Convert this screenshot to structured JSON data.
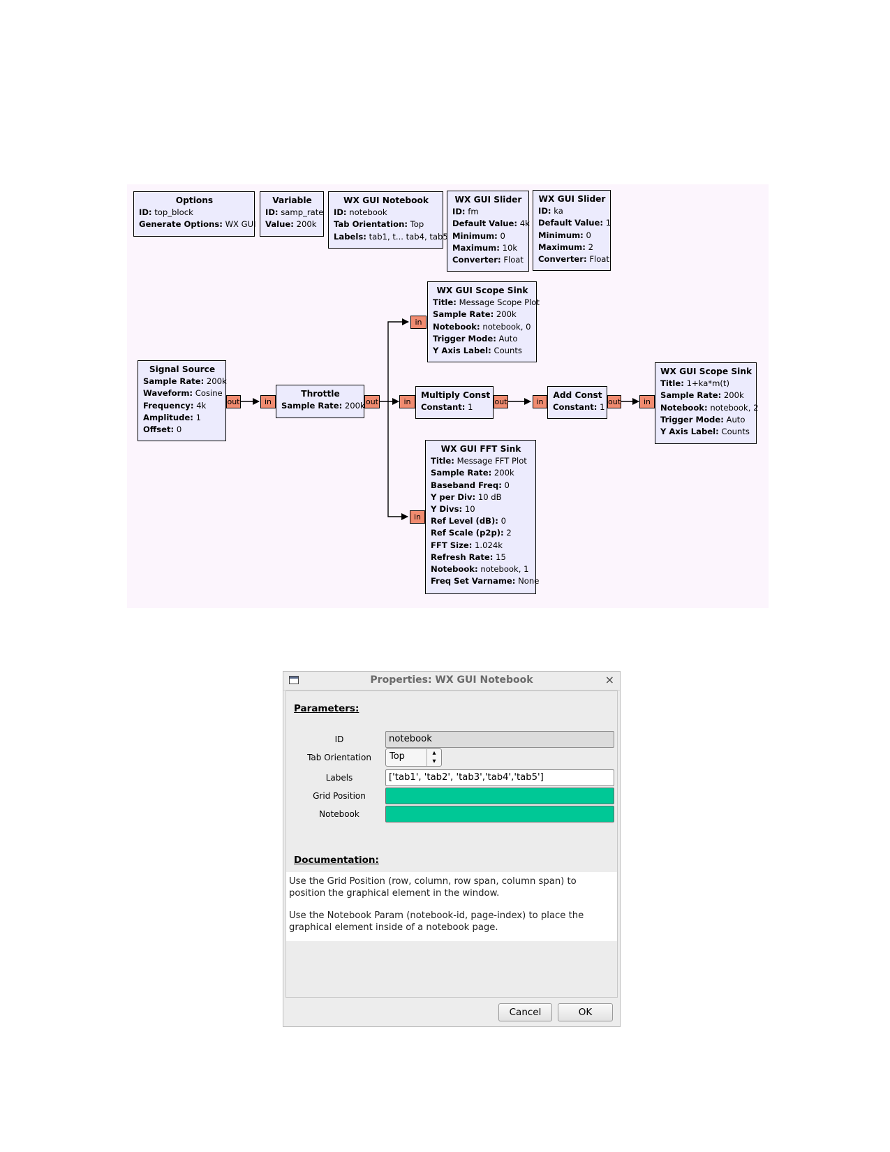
{
  "flowgraph": {
    "options": {
      "title": "Options",
      "rows": [
        {
          "k": "ID:",
          "v": "top_block"
        },
        {
          "k": "Generate Options:",
          "v": "WX GUI"
        }
      ]
    },
    "variable": {
      "title": "Variable",
      "rows": [
        {
          "k": "ID:",
          "v": "samp_rate"
        },
        {
          "k": "Value:",
          "v": "200k"
        }
      ]
    },
    "notebook": {
      "title": "WX GUI Notebook",
      "rows": [
        {
          "k": "ID:",
          "v": "notebook"
        },
        {
          "k": "Tab Orientation:",
          "v": "Top"
        },
        {
          "k": "Labels:",
          "v": "tab1, t... tab4, tab5"
        }
      ]
    },
    "slider_fm": {
      "title": "WX GUI Slider",
      "rows": [
        {
          "k": "ID:",
          "v": "fm"
        },
        {
          "k": "Default Value:",
          "v": "4k"
        },
        {
          "k": "Minimum:",
          "v": "0"
        },
        {
          "k": "Maximum:",
          "v": "10k"
        },
        {
          "k": "Converter:",
          "v": "Float"
        }
      ]
    },
    "slider_ka": {
      "title": "WX GUI Slider",
      "rows": [
        {
          "k": "ID:",
          "v": "ka"
        },
        {
          "k": "Default Value:",
          "v": "1"
        },
        {
          "k": "Minimum:",
          "v": "0"
        },
        {
          "k": "Maximum:",
          "v": "2"
        },
        {
          "k": "Converter:",
          "v": "Float"
        }
      ]
    },
    "scope_msg": {
      "title": "WX GUI Scope Sink",
      "rows": [
        {
          "k": "Title:",
          "v": "Message Scope Plot"
        },
        {
          "k": "Sample Rate:",
          "v": "200k"
        },
        {
          "k": "Notebook:",
          "v": "notebook, 0"
        },
        {
          "k": "Trigger Mode:",
          "v": "Auto"
        },
        {
          "k": "Y Axis Label:",
          "v": "Counts"
        }
      ]
    },
    "signal_source": {
      "title": "Signal Source",
      "rows": [
        {
          "k": "Sample Rate:",
          "v": "200k"
        },
        {
          "k": "Waveform:",
          "v": "Cosine"
        },
        {
          "k": "Frequency:",
          "v": "4k"
        },
        {
          "k": "Amplitude:",
          "v": "1"
        },
        {
          "k": "Offset:",
          "v": "0"
        }
      ]
    },
    "throttle": {
      "title": "Throttle",
      "rows": [
        {
          "k": "Sample Rate:",
          "v": "200k"
        }
      ]
    },
    "multiply_const": {
      "title": "Multiply Const",
      "rows": [
        {
          "k": "Constant:",
          "v": "1"
        }
      ]
    },
    "add_const": {
      "title": "Add Const",
      "rows": [
        {
          "k": "Constant:",
          "v": "1"
        }
      ]
    },
    "scope_am": {
      "title": "WX GUI Scope Sink",
      "rows": [
        {
          "k": "Title:",
          "v": "1+ka*m(t)"
        },
        {
          "k": "Sample Rate:",
          "v": "200k"
        },
        {
          "k": "Notebook:",
          "v": "notebook, 2"
        },
        {
          "k": "Trigger Mode:",
          "v": "Auto"
        },
        {
          "k": "Y Axis Label:",
          "v": "Counts"
        }
      ]
    },
    "fft_sink": {
      "title": "WX GUI FFT Sink",
      "rows": [
        {
          "k": "Title:",
          "v": "Message FFT Plot"
        },
        {
          "k": "Sample Rate:",
          "v": "200k"
        },
        {
          "k": "Baseband Freq:",
          "v": "0"
        },
        {
          "k": "Y per Div:",
          "v": "10 dB"
        },
        {
          "k": "Y Divs:",
          "v": "10"
        },
        {
          "k": "Ref Level (dB):",
          "v": "0"
        },
        {
          "k": "Ref Scale (p2p):",
          "v": "2"
        },
        {
          "k": "FFT Size:",
          "v": "1.024k"
        },
        {
          "k": "Refresh Rate:",
          "v": "15"
        },
        {
          "k": "Notebook:",
          "v": "notebook, 1"
        },
        {
          "k": "Freq Set Varname:",
          "v": "None"
        }
      ]
    },
    "port_labels": {
      "in": "in",
      "out": "out"
    }
  },
  "dialog": {
    "title": "Properties: WX GUI Notebook",
    "close_glyph": "×",
    "parameters_heading": "Parameters",
    "params": [
      {
        "label": "ID",
        "value": "notebook"
      },
      {
        "label": "Tab Orientation",
        "value": "Top"
      },
      {
        "label": "Labels",
        "value": "['tab1', 'tab2', 'tab3','tab4','tab5']"
      },
      {
        "label": "Grid Position",
        "value": ""
      },
      {
        "label": "Notebook",
        "value": ""
      }
    ],
    "documentation_heading": "Documentation",
    "doc_paragraphs": [
      "Use the Grid Position (row, column, row span, column span) to position the graphical element in the window.",
      "Use the Notebook Param (notebook-id, page-index) to place the graphical element inside of a notebook page."
    ],
    "cancel_label": "Cancel",
    "ok_label": "OK"
  },
  "colors": {
    "canvas": "#fcf5fd",
    "block": "#ecebfd",
    "port": "#f08b70",
    "param_green": "#00c896"
  }
}
